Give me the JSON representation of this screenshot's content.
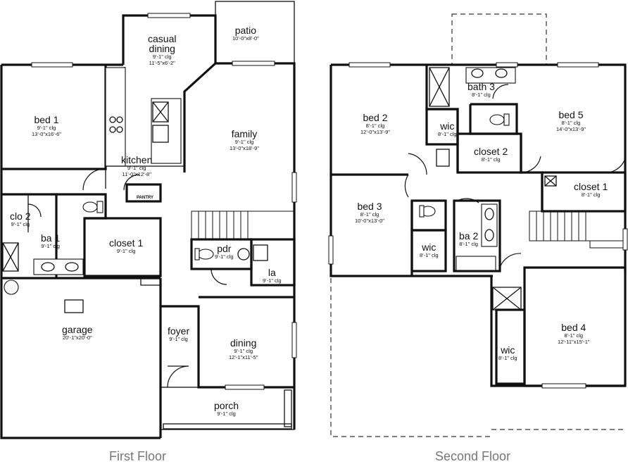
{
  "floors": [
    {
      "caption": "First Floor"
    },
    {
      "caption": "Second Floor"
    }
  ],
  "rooms": {
    "patio": {
      "name": "patio",
      "lines": [
        "10'-0\"x8'-0\""
      ]
    },
    "casual_dining": {
      "name": "casual\ndining",
      "lines": [
        "9'-1\" clg",
        "11'-5\"x6'-2\""
      ]
    },
    "bed1": {
      "name": "bed 1",
      "lines": [
        "9'-1\" clg",
        "13'-0\"x16'-6\""
      ]
    },
    "family": {
      "name": "family",
      "lines": [
        "9'-1\" clg",
        "13'-0\"x18'-9\""
      ]
    },
    "kitchen": {
      "name": "kitchen",
      "lines": [
        "9'-1\" clg",
        "11'-0\"x12'-8\""
      ]
    },
    "clo2": {
      "name": "clo 2",
      "lines": [
        "9'-1\" clg"
      ]
    },
    "ba1": {
      "name": "ba 1",
      "lines": [
        "9'-1\" clg"
      ]
    },
    "closet1_f1": {
      "name": "closet 1",
      "lines": [
        "9'-1\" clg"
      ]
    },
    "pdr": {
      "name": "pdr",
      "lines": [
        "9'-1\" clg"
      ]
    },
    "la": {
      "name": "la",
      "lines": [
        "9'-1\" clg"
      ]
    },
    "garage": {
      "name": "garage",
      "lines": [
        "20'-1\"x20'-0\""
      ]
    },
    "foyer": {
      "name": "foyer",
      "lines": [
        "9'-1\" clg"
      ]
    },
    "dining": {
      "name": "dining",
      "lines": [
        "9'-1\" clg",
        "12'-1\"x11'-5\""
      ]
    },
    "porch": {
      "name": "porch",
      "lines": [
        "9'-1\" clg"
      ]
    },
    "pantry": {
      "name": "PANTRY"
    },
    "bath3": {
      "name": "bath 3",
      "lines": [
        "8'-1\" clg"
      ]
    },
    "bed2": {
      "name": "bed 2",
      "lines": [
        "8'-1\" clg",
        "12'-0\"x13'-9\""
      ]
    },
    "wic_2": {
      "name": "wic",
      "lines": [
        "8'-1\" clg"
      ]
    },
    "bed5": {
      "name": "bed 5",
      "lines": [
        "8'-1\" clg",
        "14'-0\"x13'-9\""
      ]
    },
    "closet2": {
      "name": "closet 2",
      "lines": [
        "8'-1\" clg"
      ]
    },
    "closet1_f2": {
      "name": "closet 1",
      "lines": [
        "8'-1\" clg"
      ]
    },
    "bed3": {
      "name": "bed 3",
      "lines": [
        "8'-1\" clg",
        "10'-0\"x13'-0\""
      ]
    },
    "wic_3": {
      "name": "wic",
      "lines": [
        "8'-1\" clg"
      ]
    },
    "ba2": {
      "name": "ba 2",
      "lines": [
        "8'-1\" clg"
      ]
    },
    "bed4": {
      "name": "bed 4",
      "lines": [
        "8'-1\" clg",
        "12'-11\"x15'-1\""
      ]
    },
    "wic_4": {
      "name": "wic",
      "lines": [
        "8'-1\" clg"
      ]
    }
  }
}
